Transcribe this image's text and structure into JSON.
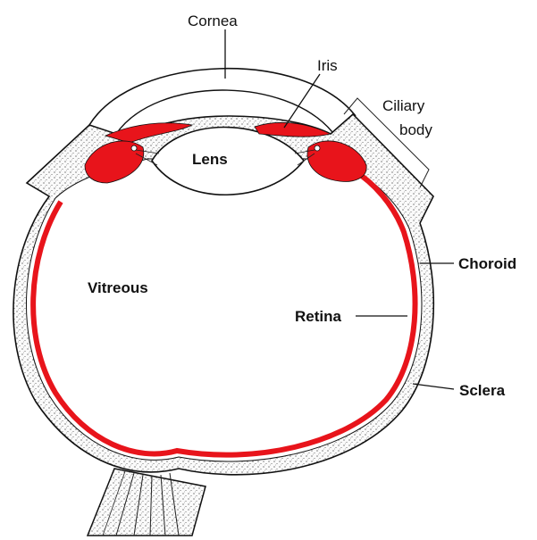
{
  "diagram": {
    "labels": {
      "cornea": "Cornea",
      "iris": "Iris",
      "ciliary_line1": "Ciliary",
      "ciliary_line2": "body",
      "lens": "Lens",
      "choroid": "Choroid",
      "vitreous": "Vitreous",
      "retina": "Retina",
      "sclera": "Sclera"
    },
    "colors": {
      "retina_red": "#e8141b",
      "outline": "#111111",
      "sclera_fill": "#f4f4f4"
    }
  }
}
